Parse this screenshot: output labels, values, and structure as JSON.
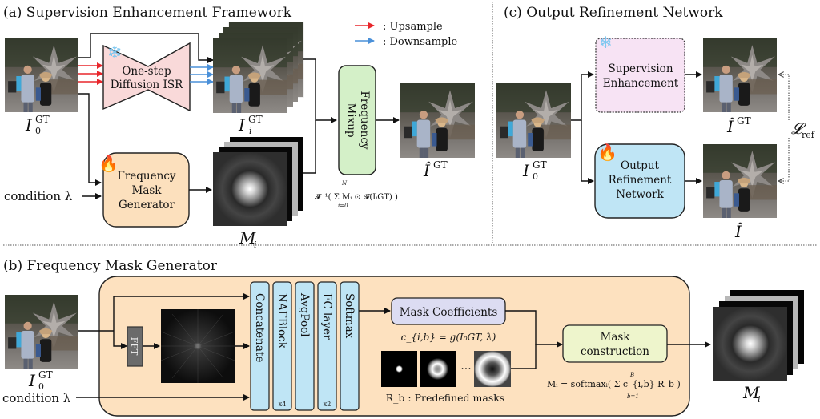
{
  "sections": {
    "a": {
      "title": "(a) Supervision Enhancement Framework"
    },
    "b": {
      "title": "(b) Frequency Mask Generator"
    },
    "c": {
      "title": "(c) Output Refinement Network"
    }
  },
  "legend": {
    "upsample": {
      "label": ": Upsample",
      "color": "#e8262b"
    },
    "downsample": {
      "label": ": Downsample",
      "color": "#4a90d9"
    }
  },
  "panel_a": {
    "input_label": "I",
    "input_sup": "GT",
    "input_sub": "0",
    "isr_box": {
      "line1": "One-step",
      "line2": "Diffusion ISR",
      "frozen": true
    },
    "upsampled_label": "I",
    "upsampled_sup": "GT",
    "upsampled_sub": "i",
    "mask_gen": {
      "line1": "Frequency",
      "line2": "Mask",
      "line3": "Generator",
      "trainable": true
    },
    "condition_label": "condition λ",
    "masks_label": "M",
    "masks_sub": "i",
    "mixup": {
      "line1": "Frequency",
      "line2": "Mixup"
    },
    "mixup_formula": "𝓕⁻¹( Σ Mᵢ ⊙ 𝓕(IᵢGT) )",
    "mixup_formula_top": "N",
    "mixup_formula_bottom": "i=0",
    "output_label": "Î",
    "output_sup": "GT"
  },
  "panel_b": {
    "input_label": "I",
    "input_sup": "GT",
    "input_sub": "0",
    "condition_label": "condition λ",
    "fft_label": "FFT",
    "layers": [
      {
        "label": "Concatenate",
        "repeat": ""
      },
      {
        "label": "NAFBlock",
        "repeat": "x4"
      },
      {
        "label": "AvgPool",
        "repeat": ""
      },
      {
        "label": "FC layer",
        "repeat": "x2"
      },
      {
        "label": "Softmax",
        "repeat": ""
      }
    ],
    "coeff_box": "Mask Coefficients",
    "coeff_formula": "c_{i,b} = g(I₀GT, λ)",
    "predefined_label": "R_b : Predefined masks",
    "ellipsis": "···",
    "construct_box": {
      "line1": "Mask",
      "line2": "construction"
    },
    "construct_formula": "Mᵢ = softmaxᵢ( Σ c_{i,b} R_b )",
    "construct_formula_top": "B",
    "construct_formula_bottom": "b=1",
    "output_label": "M",
    "output_sub": "i"
  },
  "panel_c": {
    "input_label": "I",
    "input_sup": "GT",
    "input_sub": "0",
    "sup_box": {
      "line1": "Supervision",
      "line2": "Enhancement",
      "frozen": true
    },
    "ref_box": {
      "line1": "Output",
      "line2": "Refinement",
      "line3": "Network",
      "trainable": true
    },
    "top_out_label": "Î",
    "top_out_sup": "GT",
    "bottom_out_label": "Î",
    "loss_label": "𝓛",
    "loss_sub": "ref"
  },
  "colors": {
    "isr_fill": "#f9d9d9",
    "mask_gen_fill": "#fce0bd",
    "mixup_fill": "#d4f0c8",
    "sup_fill": "#f7e3f4",
    "ref_fill": "#bfe5f5",
    "layer_fill": "#bfe5f5",
    "coeff_fill": "#dcdcf2",
    "construct_fill": "#eef5cc",
    "fmg_bg": "#fde1bf",
    "fft_fill": "#6b6b6b"
  }
}
